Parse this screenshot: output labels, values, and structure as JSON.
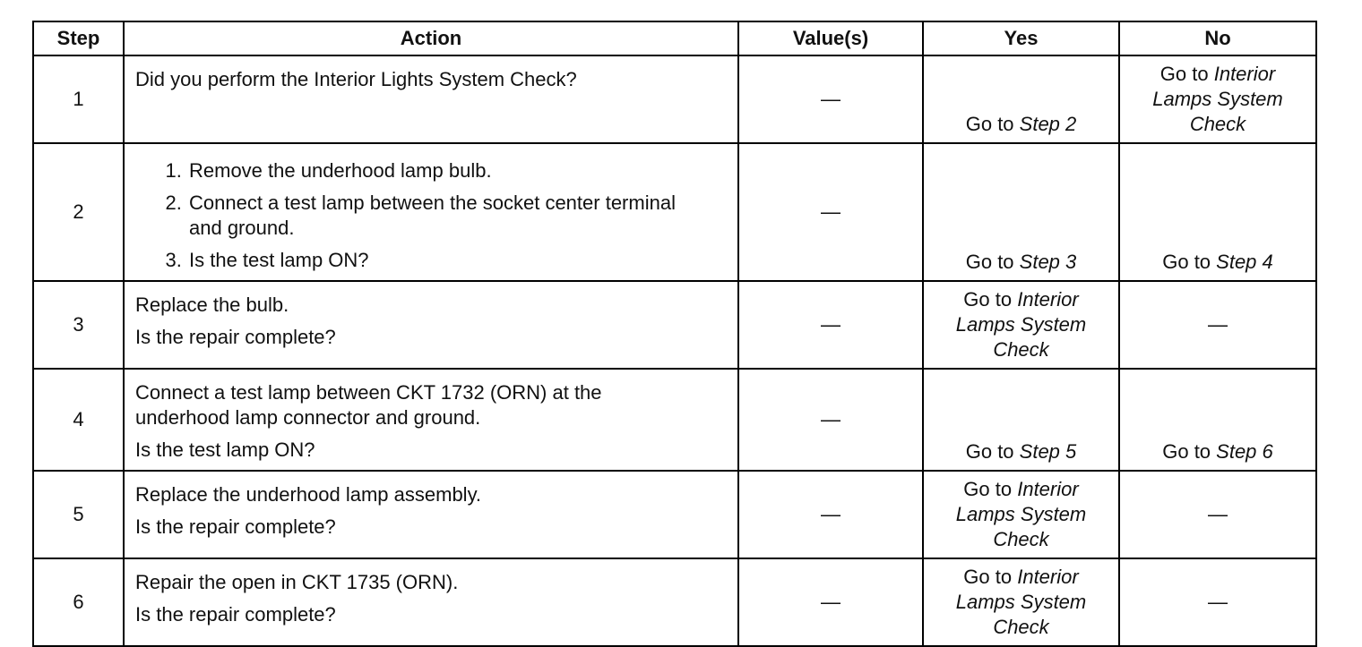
{
  "headers": {
    "step": "Step",
    "action": "Action",
    "values": "Value(s)",
    "yes": "Yes",
    "no": "No"
  },
  "rows": [
    {
      "step": "1",
      "action": [
        "Did you perform the Interior Lights System Check?"
      ],
      "value": "—",
      "yes_prefix": "Go to ",
      "yes_target": "Step 2",
      "no_prefix": "Go to ",
      "no_target": "Interior Lamps System Check"
    },
    {
      "step": "2",
      "action_list": [
        "Remove the underhood lamp bulb.",
        "Connect a test lamp between the socket center terminal and ground.",
        "Is the test lamp ON?"
      ],
      "value": "—",
      "yes_prefix": "Go to ",
      "yes_target": "Step 3",
      "no_prefix": "Go to ",
      "no_target": "Step 4"
    },
    {
      "step": "3",
      "action": [
        "Replace the bulb.",
        "Is the repair complete?"
      ],
      "value": "—",
      "yes_prefix": "Go to ",
      "yes_target": "Interior Lamps System Check",
      "no_text": "—"
    },
    {
      "step": "4",
      "action": [
        "Connect a test lamp between CKT 1732 (ORN) at the underhood lamp connector and ground.",
        "Is the test lamp ON?"
      ],
      "value": "—",
      "yes_prefix": "Go to ",
      "yes_target": "Step 5",
      "no_prefix": "Go to ",
      "no_target": "Step 6"
    },
    {
      "step": "5",
      "action": [
        "Replace the underhood lamp assembly.",
        "Is the repair complete?"
      ],
      "value": "—",
      "yes_prefix": "Go to ",
      "yes_target": "Interior Lamps System Check",
      "no_text": "—"
    },
    {
      "step": "6",
      "action": [
        "Repair the open in CKT 1735 (ORN).",
        "Is the repair complete?"
      ],
      "value": "—",
      "yes_prefix": "Go to ",
      "yes_target": "Interior Lamps System Check",
      "no_text": "—"
    }
  ]
}
